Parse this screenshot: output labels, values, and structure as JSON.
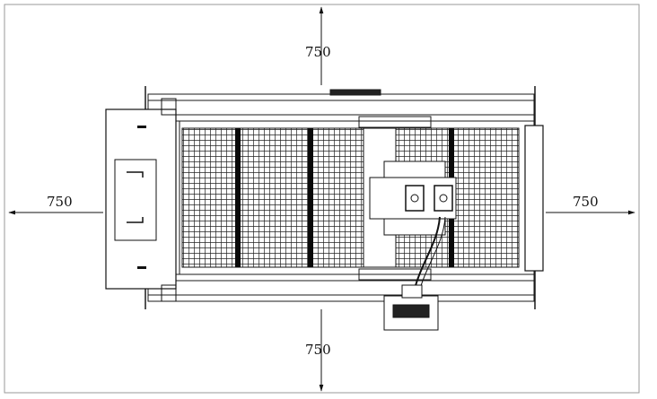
{
  "dimensions": {
    "top": "750",
    "bottom": "750",
    "left": "750",
    "right": "750"
  },
  "colors": {
    "line": "#1a1a1a",
    "dark": "#0a0a0a",
    "border": "#9a9a9a"
  }
}
